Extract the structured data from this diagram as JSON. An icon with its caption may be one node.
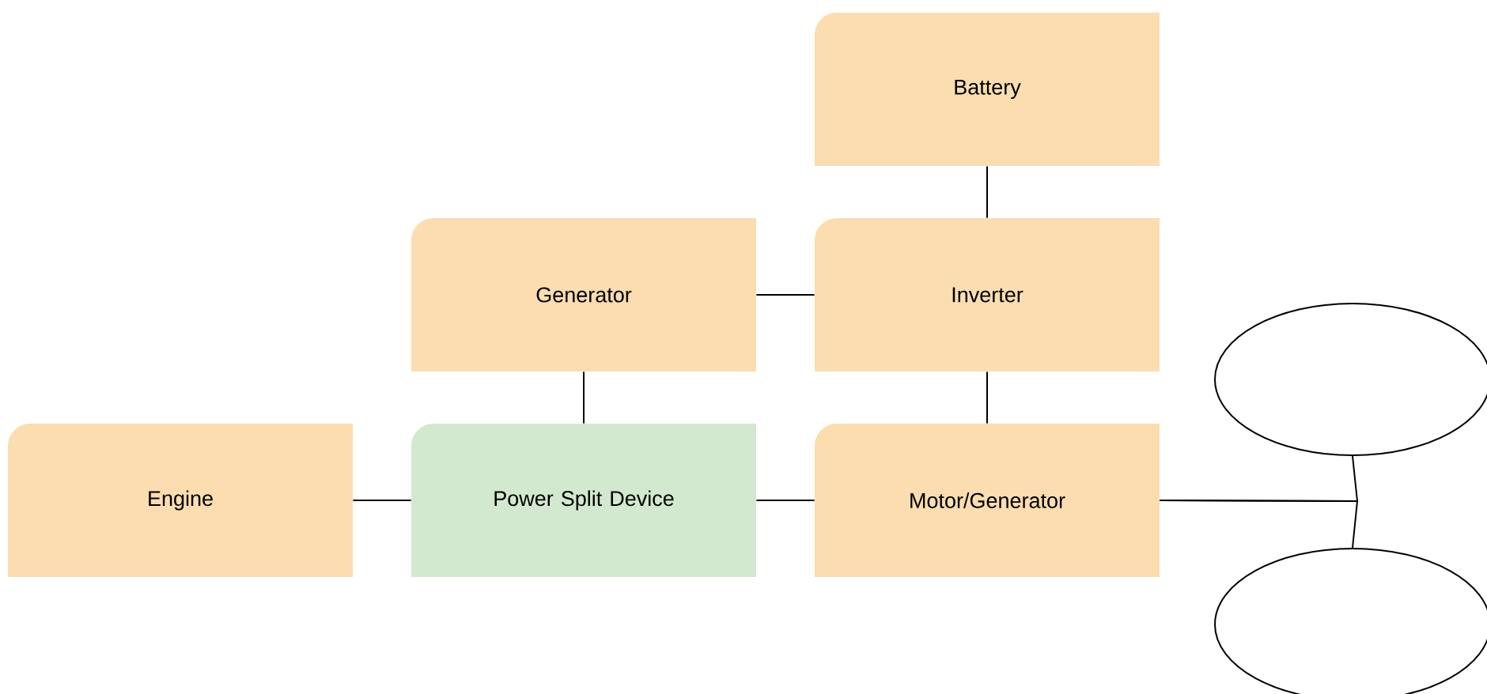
{
  "diagram": {
    "nodes": [
      {
        "text": [
          "Battery"
        ]
      },
      {
        "text": [
          "Generator"
        ]
      },
      {
        "text": [
          "Inverter"
        ]
      },
      {
        "text": [
          "Engine"
        ]
      },
      {
        "text": [
          "Power Split Device"
        ]
      },
      {
        "text": [
          "Motor/Generator"
        ]
      },
      {
        "text": [],
        "shape": "circle"
      },
      {
        "text": [],
        "shape": "circle"
      }
    ],
    "edges": [
      {
        "from": 0,
        "to": 2,
        "arrow": "none"
      },
      {
        "from": 1,
        "to": 2,
        "arrow": "none"
      },
      {
        "from": 1,
        "to": 4,
        "arrow": "none"
      },
      {
        "from": 2,
        "to": 5,
        "arrow": "none"
      },
      {
        "from": 3,
        "to": 4,
        "arrow": "none"
      },
      {
        "from": 4,
        "to": 5,
        "arrow": "none"
      },
      {
        "from": 5,
        "to": 6,
        "arrow": "none"
      },
      {
        "from": 5,
        "to": 7,
        "arrow": "none"
      }
    ]
  }
}
